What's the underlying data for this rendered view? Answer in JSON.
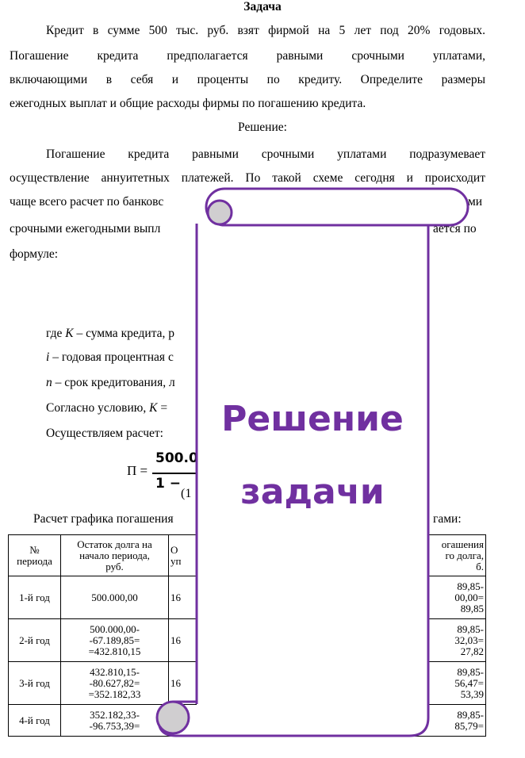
{
  "doc": {
    "title": "Задача",
    "problem_lines": [
      "Кредит в сумме 500 тыс. руб. взят фирмой на 5 лет под 20% годовых.",
      "Погашение кредита предполагается равными срочными уплатами,",
      "включающими в себя и проценты по кредиту. Определите размеры",
      "ежегодных выплат и общие расходы фирмы по погашению кредита."
    ],
    "solution_heading": "Решение:",
    "solution_lines": [
      "Погашение кредита равными срочными уплатами подразумевает",
      "осуществление аннуитетных платежей. По такой схеме сегодня и происходит",
      "чаще всего расчет по банковс",
      "ми",
      "срочными ежегодными выпл",
      "ается по",
      "формуле:"
    ],
    "definitions": [
      {
        "symbol": "K",
        "text": " – сумма кредита, р"
      },
      {
        "symbol": "i",
        "text": " – годовая процентная с"
      },
      {
        "symbol": "n",
        "text": " – срок кредитования, л"
      }
    ],
    "condition_prefix": "Согласно условию,",
    "condition_symbol": "K",
    "condition_eq": "=",
    "calc_label": "Осуществляем расчет:",
    "formula_lhs": "П =",
    "formula_numerator": "500.00",
    "formula_denominator_left": "1 −",
    "formula_denominator_paren": "(1",
    "schedule_heading_left": "Расчет графика погашения",
    "schedule_heading_right": "гами:",
    "table": {
      "headers": [
        "№\nпериода",
        "Остаток долга на\nначало периода,\nруб.",
        "О\nуп",
        "огашения\nго долга,\nб."
      ],
      "rows": [
        {
          "period": "1-й год",
          "balance": "500.000,00",
          "payment": "16",
          "principal": "89,85-\n00,00=\n89,85"
        },
        {
          "period": "2-й год",
          "balance": "500.000,00-\n-67.189,85=\n=432.810,15",
          "payment": "16",
          "principal": "89,85-\n32,03=\n27,82"
        },
        {
          "period": "3-й год",
          "balance": "432.810,15-\n-80.627,82=\n=352.182,33",
          "payment": "16",
          "principal": "89,85-\n56,47=\n53,39"
        },
        {
          "period": "4-й год",
          "balance": "352.182,33-\n-96.753,39=",
          "payment": "",
          "principal": "89,85-\n85,79="
        }
      ]
    }
  },
  "overlay": {
    "line1": "Решение",
    "line2": "задачи",
    "text_color": "#7030a0",
    "border_color": "#7030a0",
    "curl_color": "#d0ced0"
  }
}
